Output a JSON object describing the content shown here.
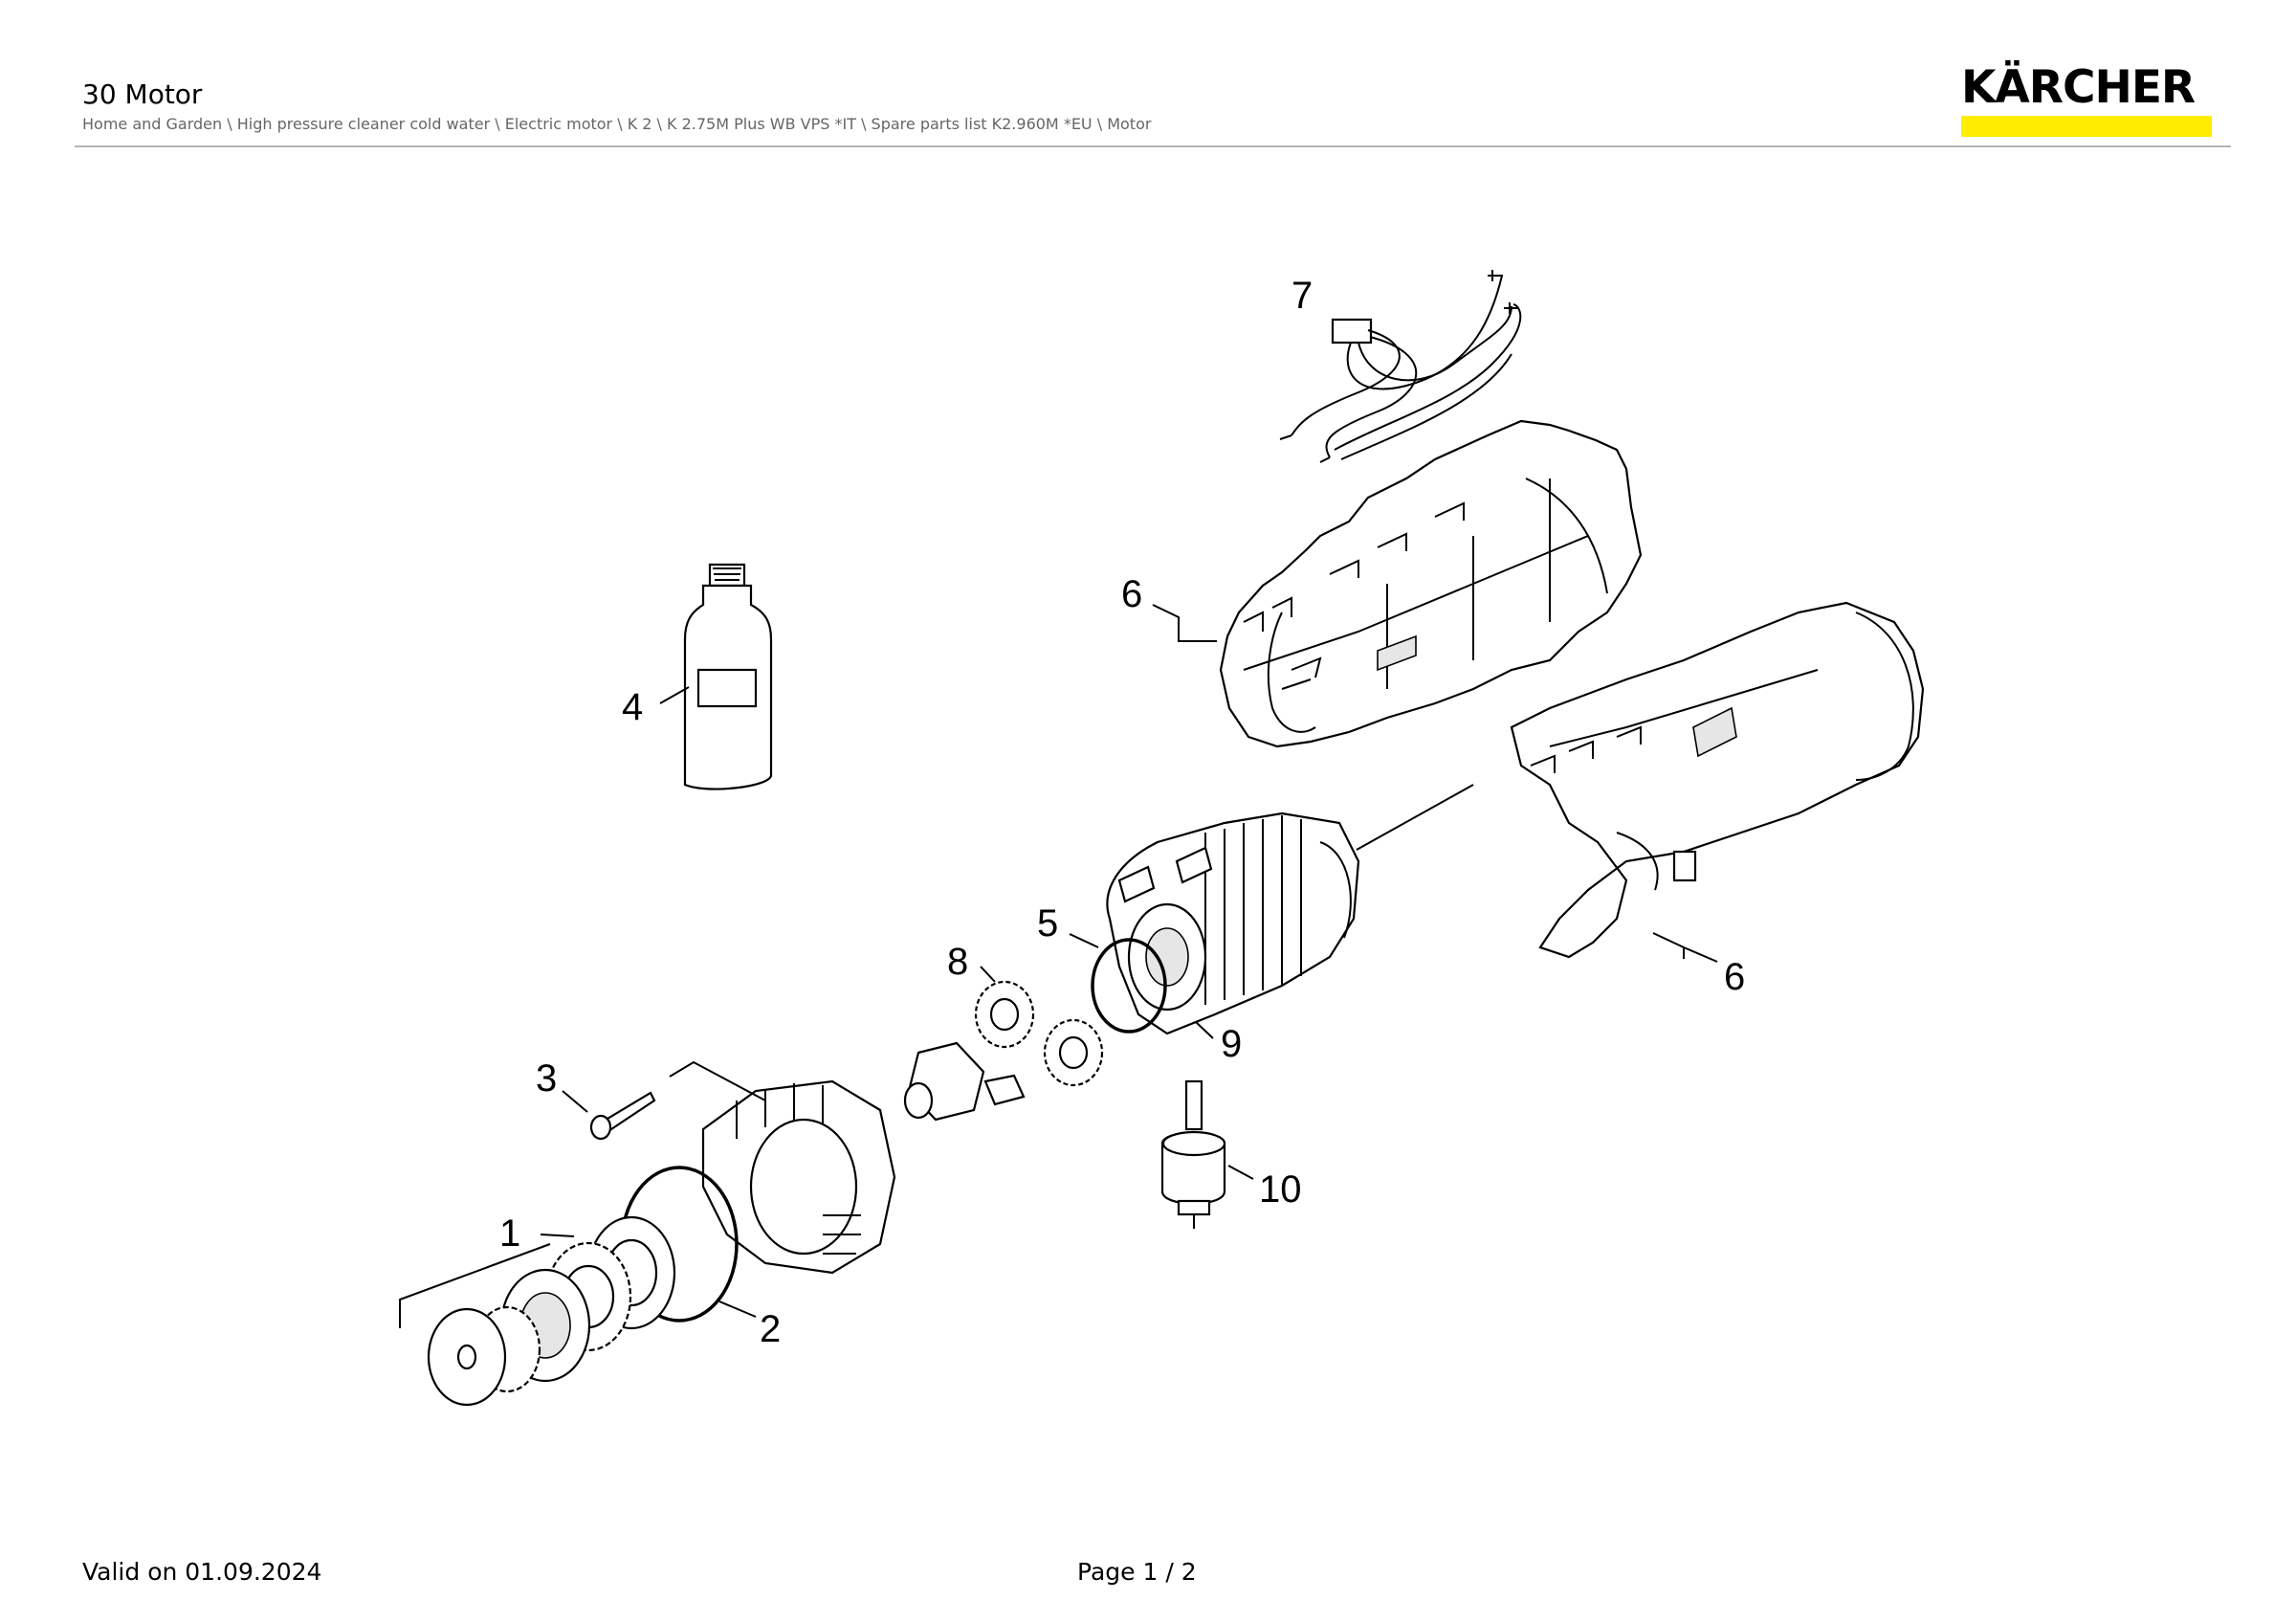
{
  "header": {
    "title": "30 Motor",
    "breadcrumb": "Home and Garden \\ High pressure cleaner cold water \\ Electric motor \\ K 2 \\ K 2.75M Plus WB VPS *IT \\ Spare parts list K2.960M *EU \\ Motor"
  },
  "logo": {
    "text": "KÄRCHER",
    "bar_color": "#ffed00"
  },
  "diagram": {
    "callouts": [
      "1",
      "2",
      "3",
      "4",
      "5",
      "6",
      "6",
      "7",
      "8",
      "9",
      "10"
    ]
  },
  "footer": {
    "valid": "Valid on 01.09.2024",
    "page": "Page 1 / 2"
  }
}
